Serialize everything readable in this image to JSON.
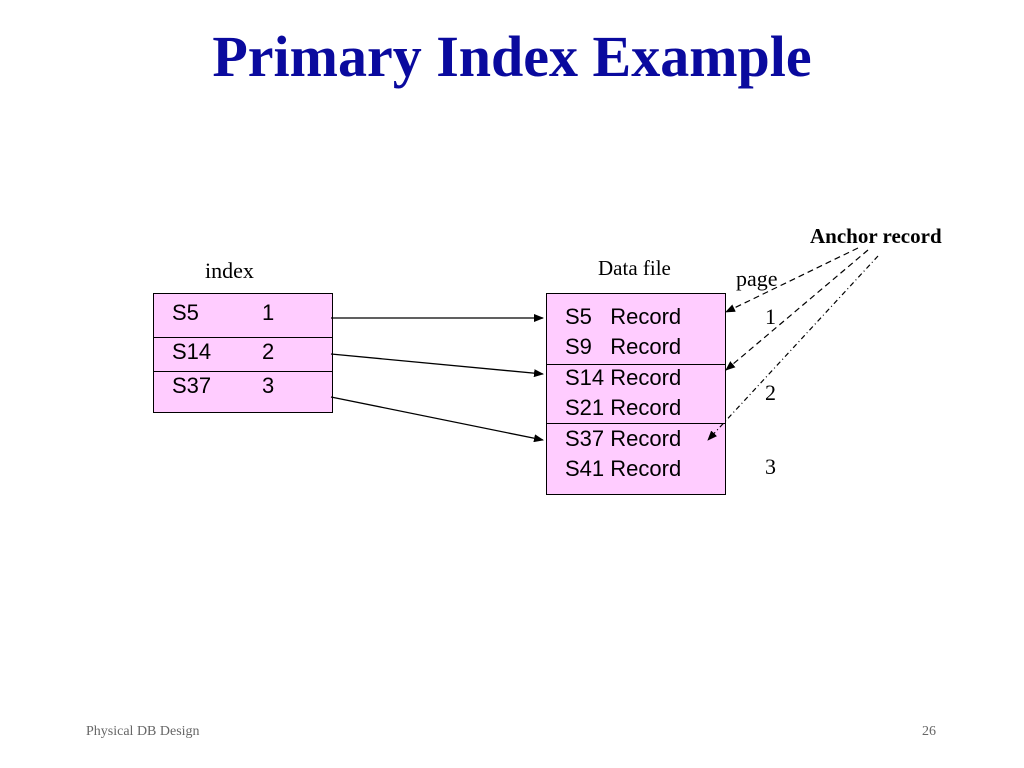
{
  "title": "Primary Index Example",
  "labels": {
    "index": "index",
    "data_file": "Data file",
    "page": "page",
    "anchor_record": "Anchor record"
  },
  "index_entries": [
    {
      "key": "S5",
      "page": "1"
    },
    {
      "key": "S14",
      "page": "2"
    },
    {
      "key": "S37",
      "page": "3"
    }
  ],
  "data_pages": [
    {
      "number": "1",
      "records": [
        "S5   Record",
        "S9   Record"
      ]
    },
    {
      "number": "2",
      "records": [
        "S14 Record",
        "S21 Record"
      ]
    },
    {
      "number": "3",
      "records": [
        "S37 Record",
        "S41 Record"
      ]
    }
  ],
  "footer": {
    "left": "Physical DB Design",
    "right": "26"
  },
  "colors": {
    "title": "#0a0a9e",
    "box_fill": "#ffccff"
  }
}
